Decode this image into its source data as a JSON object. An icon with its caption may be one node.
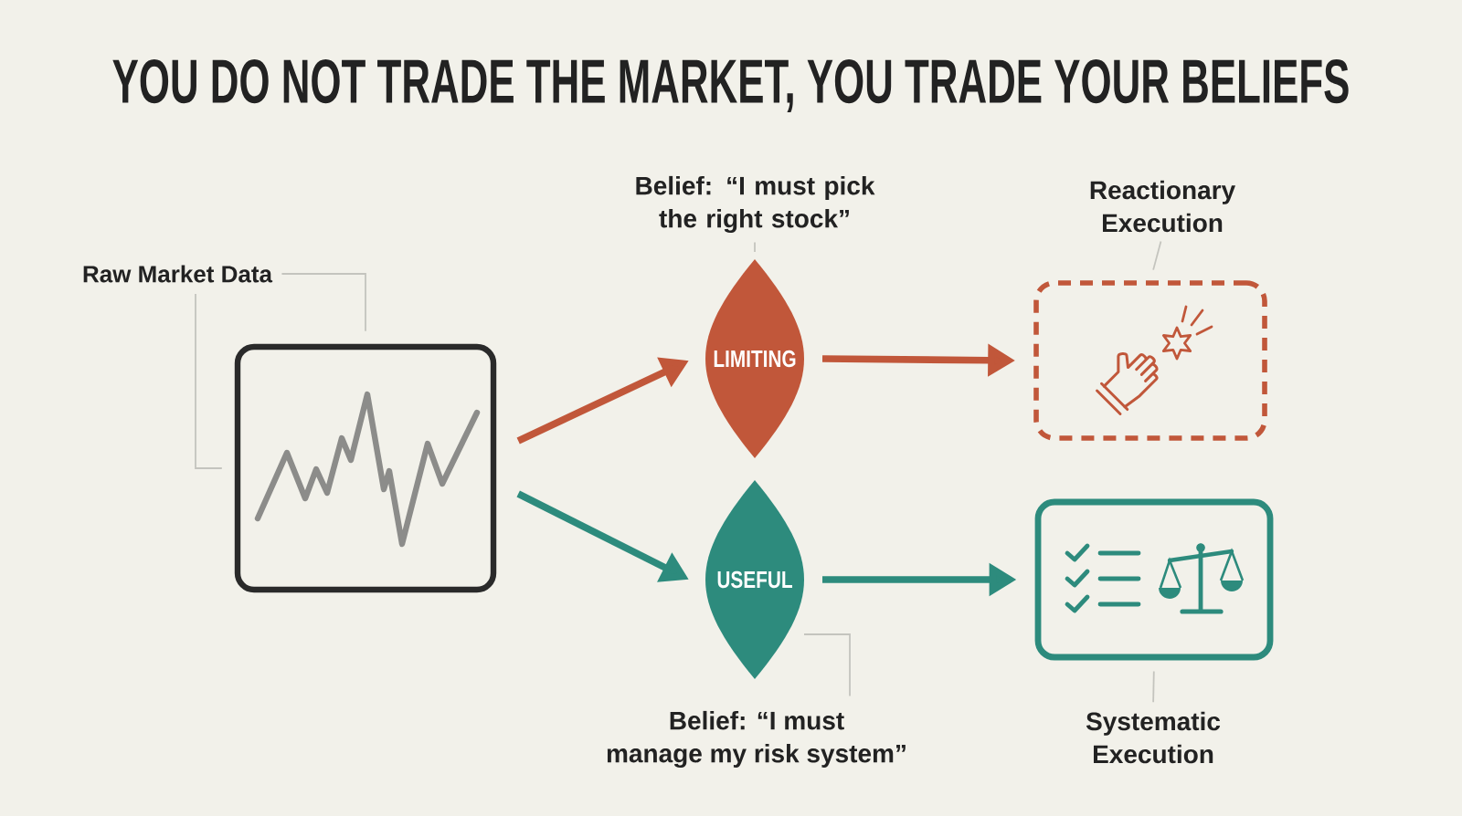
{
  "diagram": {
    "title": "YOU DO NOT TRADE THE MARKET, YOU TRADE YOUR BELIEFS",
    "nodes": [
      {
        "text": [
          "Raw Market Data"
        ]
      },
      {
        "text": [],
        "shape": "box"
      },
      {
        "text": [
          "Belief: “I must pick the right stock”"
        ]
      },
      {
        "text": [
          "LIMITING"
        ]
      },
      {
        "text": [
          "Reactionary Execution"
        ]
      },
      {
        "text": [],
        "shape": "box"
      },
      {
        "text": [
          "USEFUL"
        ]
      },
      {
        "text": [
          "Belief: “I must manage my risk system”"
        ]
      },
      {
        "text": [],
        "shape": "box"
      },
      {
        "text": [
          "Systematic Execution"
        ]
      }
    ],
    "edges": [
      {
        "from": 0,
        "to": 1,
        "arrow": "none"
      },
      {
        "from": 0,
        "to": 1,
        "arrow": "none"
      },
      {
        "from": 1,
        "to": 3,
        "arrow": "to",
        "style": "thick",
        "color": "#c1573a"
      },
      {
        "from": 1,
        "to": 6,
        "arrow": "to",
        "style": "thick",
        "color": "#2d8b7d"
      },
      {
        "from": 2,
        "to": 3,
        "arrow": "none"
      },
      {
        "from": 3,
        "to": 5,
        "arrow": "to",
        "style": "thick",
        "color": "#c1573a"
      },
      {
        "from": 4,
        "to": 5,
        "arrow": "none"
      },
      {
        "from": 6,
        "to": 8,
        "arrow": "to",
        "style": "thick",
        "color": "#2d8b7d"
      },
      {
        "from": 7,
        "to": 6,
        "arrow": "none"
      },
      {
        "from": 9,
        "to": 8,
        "arrow": "none"
      }
    ]
  }
}
